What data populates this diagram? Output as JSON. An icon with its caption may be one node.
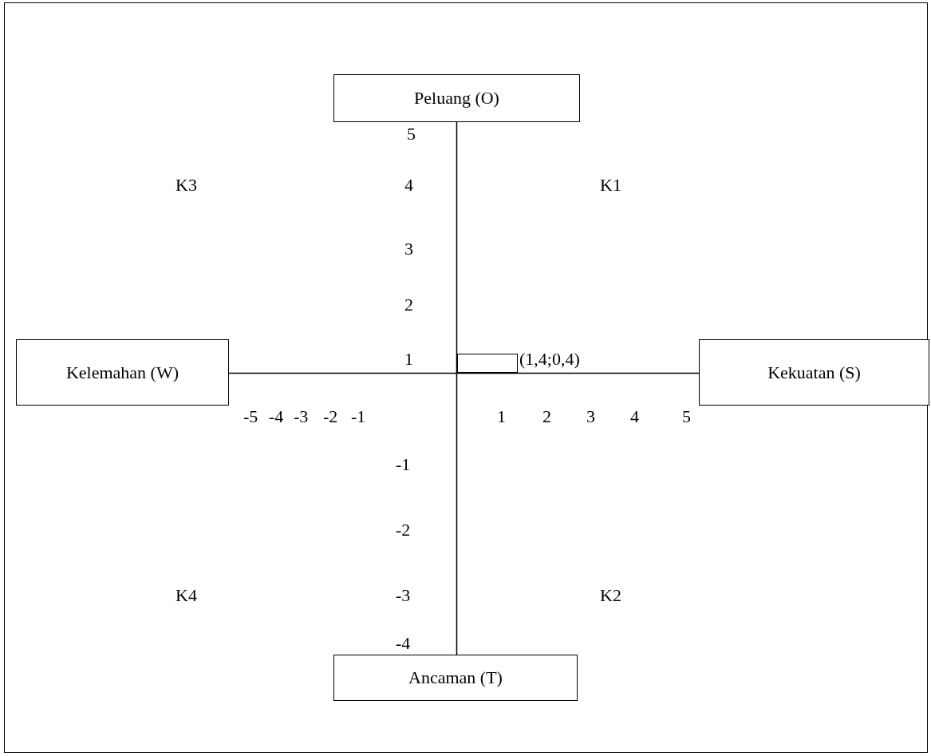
{
  "diagram": {
    "nodes": [
      {
        "text": [
          "Peluang (O)"
        ]
      },
      {
        "text": [
          "Kelemahan (W)"
        ]
      },
      {
        "text": [
          "Kekuatan (S)"
        ]
      },
      {
        "text": [
          "Ancaman (T)"
        ]
      },
      {
        "text": [],
        "shape": "box"
      }
    ],
    "edges": [
      {
        "from": 0,
        "to": 3,
        "arrow": "none"
      },
      {
        "from": 1,
        "to": 2,
        "arrow": "none"
      }
    ],
    "labels": [
      "5",
      "K3",
      "4",
      "K1",
      "3",
      "2",
      "1",
      "(1,4;0,4)",
      "-5",
      "-4",
      "-3",
      "-2",
      "-1",
      "1",
      "2",
      "3",
      "4",
      "5",
      "-1",
      "-2",
      "K4",
      "-3",
      "K2",
      "-4"
    ]
  }
}
